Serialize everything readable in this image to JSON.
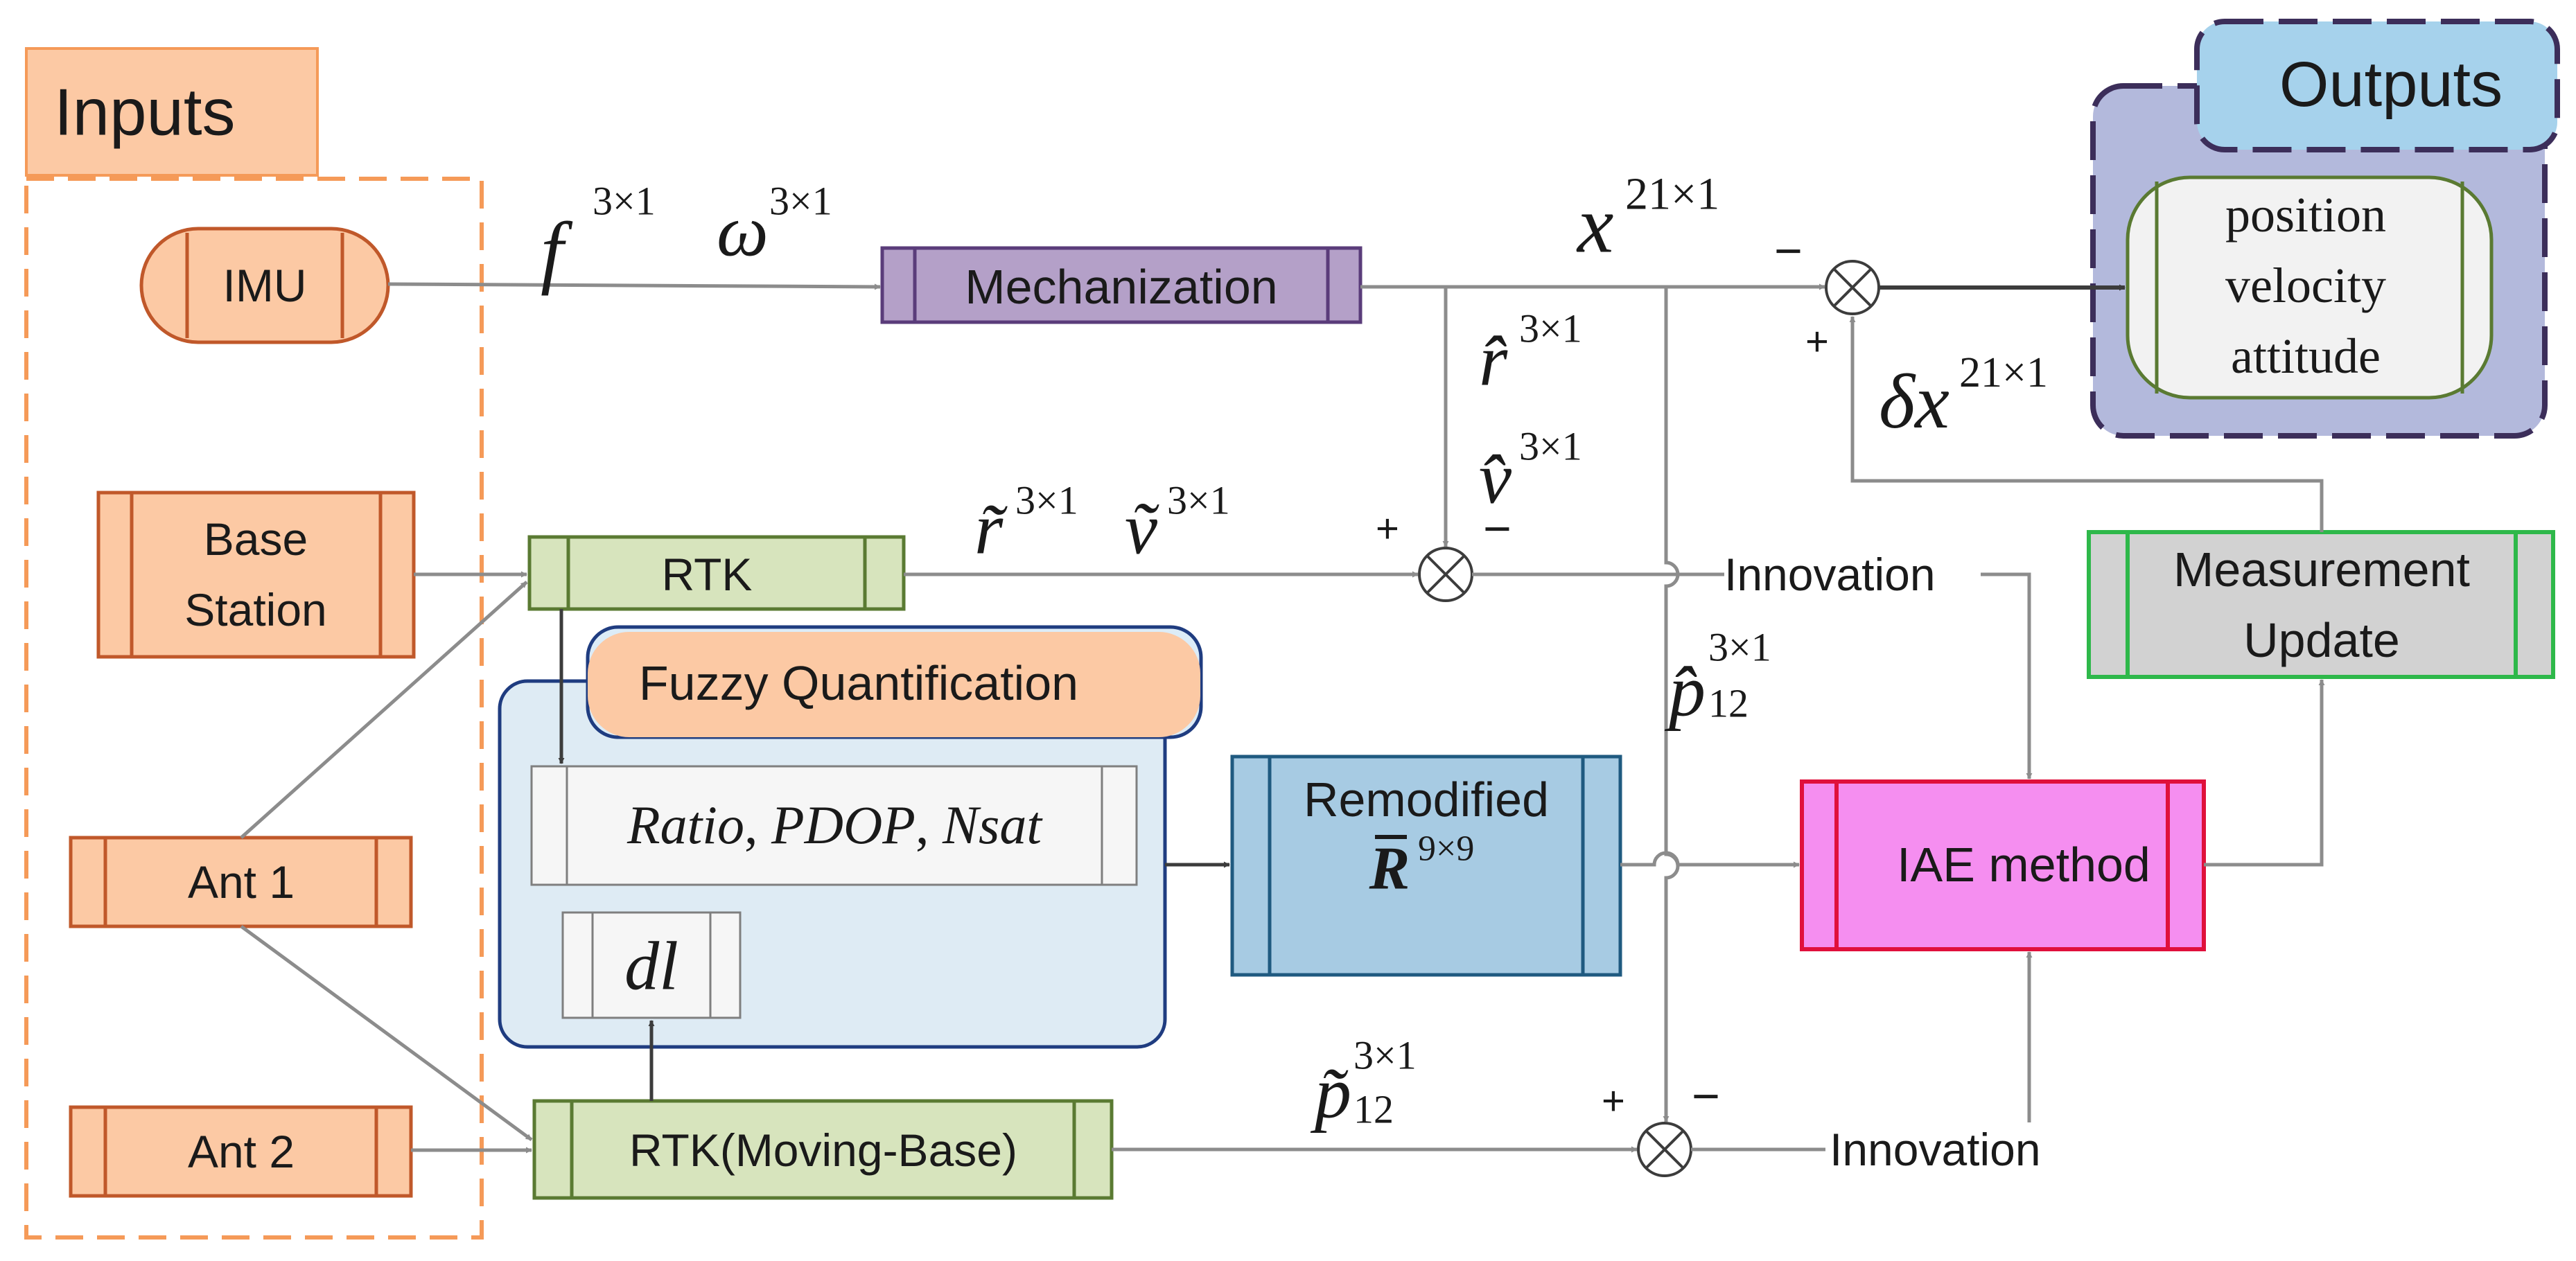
{
  "inputs": {
    "title": "Inputs",
    "imu": "IMU",
    "base_station": [
      "Base",
      "Station"
    ],
    "ant1": "Ant 1",
    "ant2": "Ant 2"
  },
  "outputs": {
    "title": "Outputs",
    "items": [
      "position",
      "velocity",
      "attitude"
    ]
  },
  "blocks": {
    "mechanization": "Mechanization",
    "rtk": "RTK",
    "rtk_moving_base": "RTK(Moving-Base)",
    "fuzzy": "Fuzzy Quantification",
    "fuzzy_metrics": {
      "ratio": "Ratio",
      "pdop": "PDOP",
      "nsat": "Nsat",
      "sep": ", "
    },
    "dl": "dl",
    "remodified": {
      "title": "Remodified",
      "symbol": "R",
      "superscript": "9×9"
    },
    "measurement_update": [
      "Measurement",
      "Update"
    ],
    "iae": "IAE method"
  },
  "labels": {
    "f": {
      "base": "f",
      "sup": "3×1"
    },
    "omega": {
      "base": "ω",
      "sup": "3×1"
    },
    "x": {
      "base": "x",
      "sup": "21×1"
    },
    "r_hat": {
      "base": "r̂",
      "sup": "3×1"
    },
    "v_hat": {
      "base": "v̂",
      "sup": "3×1"
    },
    "r_tilde": {
      "base": "r̃",
      "sup": "3×1"
    },
    "v_tilde": {
      "base": "ṽ",
      "sup": "3×1"
    },
    "delta_x": {
      "base": "δx",
      "sup": "21×1"
    },
    "p12_hat": {
      "base": "p̂",
      "sup": "3×1",
      "sub": "12"
    },
    "p12_tilde": {
      "base": "p̃",
      "sup": "3×1",
      "sub": "12"
    },
    "innovation_1": "Innovation",
    "innovation_2": "Innovation"
  },
  "signs": {
    "top_minus": "−",
    "top_plus": "+",
    "mid_plus": "+",
    "mid_minus": "−",
    "bot_plus": "+",
    "bot_minus": "−"
  },
  "colors": {
    "input_fill": "#fcc9a4",
    "input_stroke": "#c0582a",
    "mech_fill": "#b4a0c8",
    "mech_stroke": "#5a3c7a",
    "rtk_fill": "#d7e4bd",
    "rtk_stroke": "#5a7a32",
    "remod_fill": "#a7cbe3",
    "remod_stroke": "#1f5a80",
    "iae_fill": "#f58ef0",
    "iae_stroke": "#e0103c",
    "mu_fill": "#d2d2d2",
    "mu_stroke": "#2eb84a",
    "outputs_bg": "#b3b9dc",
    "outputs_stroke": "#3c2e5a",
    "fuzzy_bg": "#deebf4",
    "fuzzy_stroke": "#1f3c80",
    "arrow": "#8c8c8c"
  }
}
